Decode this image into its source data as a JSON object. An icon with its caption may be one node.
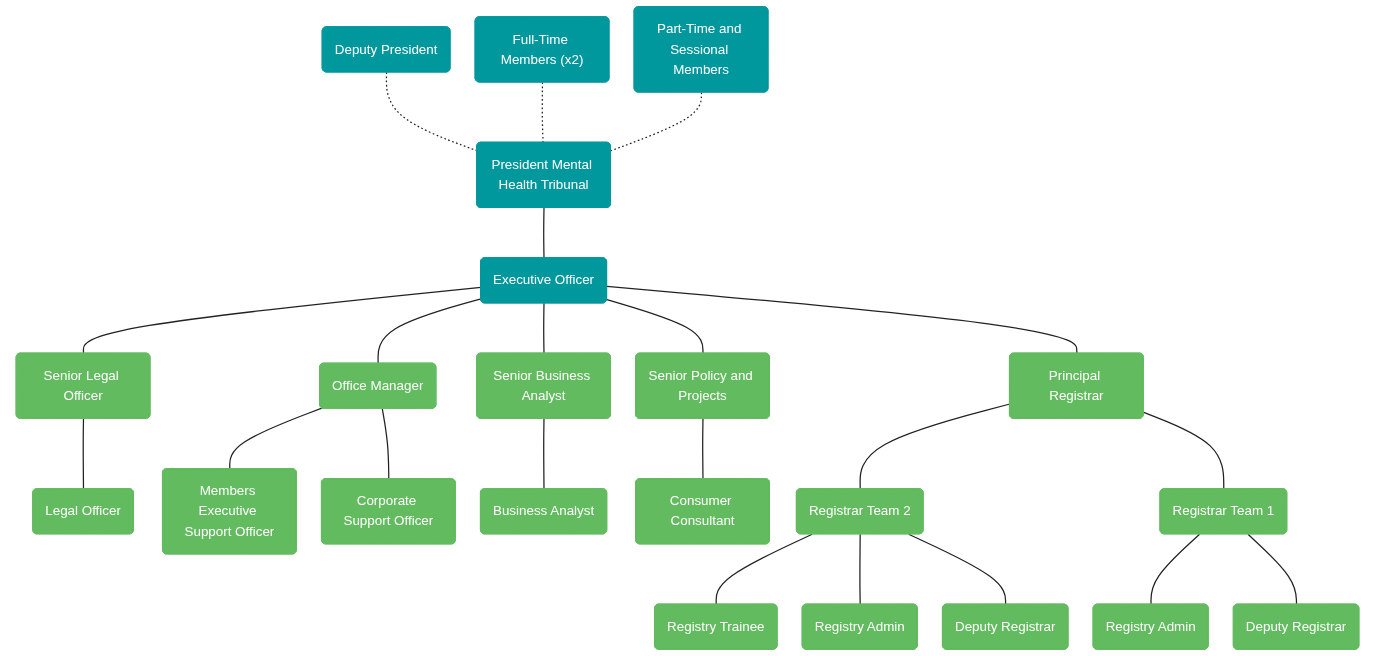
{
  "diagram": {
    "nodes": [
      {
        "text": [
          "Deputy President"
        ]
      },
      {
        "text": [
          "President Mental Health Tribunal"
        ]
      },
      {
        "text": [
          "Part-Time and Sessional Members"
        ]
      },
      {
        "text": [
          "Full-Time Members (x2)"
        ]
      },
      {
        "text": [
          "Executive Officer"
        ]
      },
      {
        "text": [
          "Senior Legal Officer"
        ]
      },
      {
        "text": [
          "Office Manager"
        ]
      },
      {
        "text": [
          "Senior Business Analyst"
        ]
      },
      {
        "text": [
          "Senior Policy and Projects"
        ]
      },
      {
        "text": [
          "Principal Registrar"
        ]
      },
      {
        "text": [
          "Legal Officer"
        ]
      },
      {
        "text": [
          "Members Executive Support Officer"
        ]
      },
      {
        "text": [
          "Corporate Support Officer"
        ]
      },
      {
        "text": [
          "Business Analyst"
        ]
      },
      {
        "text": [
          "Consumer Consultant"
        ]
      },
      {
        "text": [
          "Registrar Team 2"
        ]
      },
      {
        "text": [
          "Registrar Team 1"
        ]
      },
      {
        "text": [
          "Registry Trainee"
        ]
      },
      {
        "text": [
          "Registry Admin"
        ]
      },
      {
        "text": [
          "Deputy Registrar"
        ]
      },
      {
        "text": [
          "Registry Admin"
        ]
      },
      {
        "text": [
          "Deputy Registrar"
        ]
      }
    ],
    "edges": [
      {
        "from": 0,
        "to": 1,
        "arrow": "none",
        "style": "dashed"
      },
      {
        "from": 3,
        "to": 1,
        "arrow": "none",
        "style": "dashed"
      },
      {
        "from": 2,
        "to": 1,
        "arrow": "none",
        "style": "dashed"
      },
      {
        "from": 1,
        "to": 4,
        "arrow": "none"
      },
      {
        "from": 4,
        "to": 5,
        "arrow": "none"
      },
      {
        "from": 4,
        "to": 6,
        "arrow": "none"
      },
      {
        "from": 4,
        "to": 7,
        "arrow": "none"
      },
      {
        "from": 4,
        "to": 8,
        "arrow": "none"
      },
      {
        "from": 4,
        "to": 9,
        "arrow": "none"
      },
      {
        "from": 5,
        "to": 10,
        "arrow": "none"
      },
      {
        "from": 6,
        "to": 11,
        "arrow": "none"
      },
      {
        "from": 6,
        "to": 12,
        "arrow": "none"
      },
      {
        "from": 7,
        "to": 13,
        "arrow": "none"
      },
      {
        "from": 8,
        "to": 14,
        "arrow": "none"
      },
      {
        "from": 9,
        "to": 15,
        "arrow": "none"
      },
      {
        "from": 9,
        "to": 16,
        "arrow": "none"
      },
      {
        "from": 15,
        "to": 17,
        "arrow": "none"
      },
      {
        "from": 15,
        "to": 18,
        "arrow": "none"
      },
      {
        "from": 15,
        "to": 19,
        "arrow": "none"
      },
      {
        "from": 16,
        "to": 20,
        "arrow": "none"
      },
      {
        "from": 16,
        "to": 21,
        "arrow": "none"
      }
    ]
  }
}
